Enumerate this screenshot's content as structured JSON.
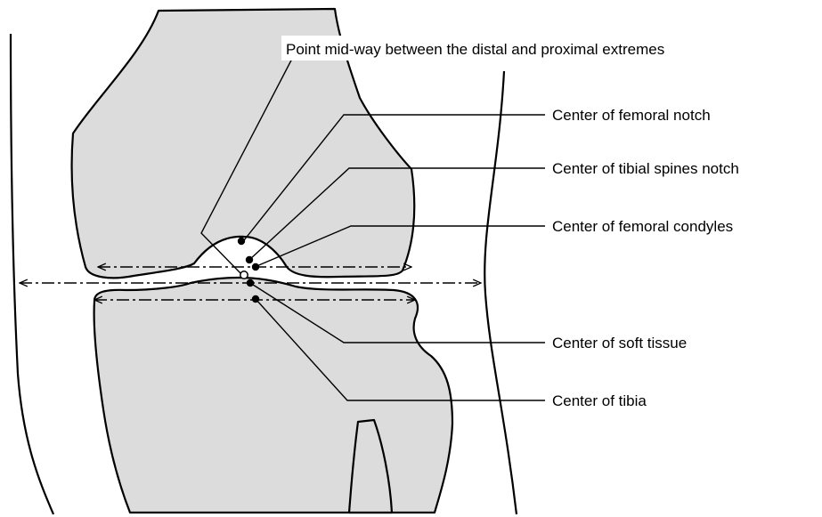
{
  "labels": {
    "midpoint": "Point mid-way between the distal and proximal extremes",
    "femoral_notch": "Center of femoral notch",
    "tibial_spines_notch": "Center of tibial spines notch",
    "femoral_condyles": "Center of femoral condyles",
    "soft_tissue": "Center of soft tissue",
    "tibia": "Center of tibia"
  }
}
